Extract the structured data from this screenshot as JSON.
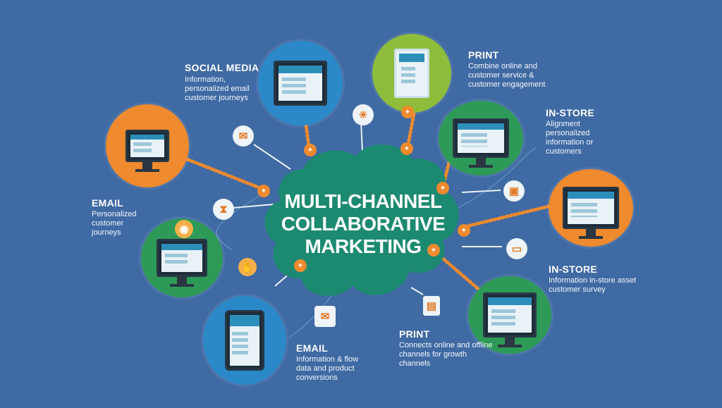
{
  "colors": {
    "background": "#3f6aa3",
    "center_cloud": "#1c8a71",
    "accent_orange": "#ef8a2e",
    "ring_blue": "#2b89c9",
    "ring_green": "#2e9a57",
    "ring_lime": "#8dbd3a"
  },
  "center": {
    "line1": "MULTI-CHANNEL",
    "line2": "COLLABORATIVE",
    "line3": "MARKETING"
  },
  "channels": {
    "social_media": {
      "title": "SOCIAL MEDIA",
      "desc": [
        "Information,",
        "personalized email",
        "customer journeys"
      ]
    },
    "print_top": {
      "title": "PRINT",
      "desc": [
        "Combine online and",
        "customer service &",
        "customer engagement"
      ]
    },
    "in_store_top": {
      "title": "IN-STORE",
      "desc": [
        "Alignment",
        "personalized",
        "information or",
        "customers"
      ]
    },
    "email_left": {
      "title": "EMAIL",
      "desc": [
        "Personalized",
        "customer",
        "journeys"
      ]
    },
    "in_store_bottom": {
      "title": "IN-STORE",
      "desc": [
        "Information in-store asset",
        "customer survey"
      ]
    },
    "print_bottom": {
      "title": "PRINT",
      "desc": [
        "Connects online and offline",
        "channels for growth",
        "channels"
      ]
    },
    "email_bottom": {
      "title": "EMAIL",
      "desc": [
        "Information & flow",
        "data and product",
        "conversions"
      ]
    }
  },
  "icons": [
    "email-icon",
    "hourglass-icon",
    "hand-icon",
    "tree-icon",
    "cube-icon",
    "chat-icon",
    "printer-icon",
    "mail-icon",
    "globe-icon",
    "gear-icon"
  ]
}
